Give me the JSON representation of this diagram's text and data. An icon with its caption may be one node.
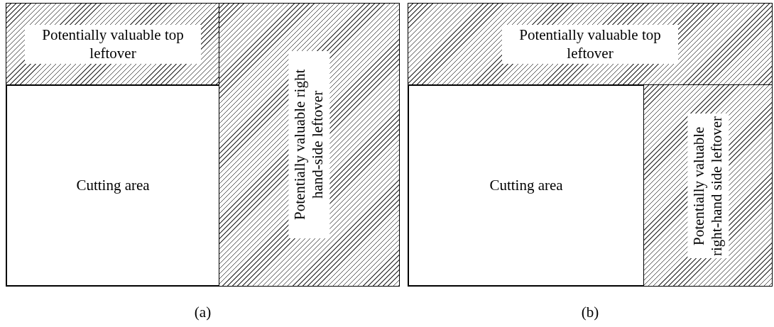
{
  "diagram": {
    "nodes": [
      {
        "text": [],
        "shape": "box",
        "beside": [
          "(a)"
        ]
      },
      {
        "text": [
          "Potentially valuable top leftover"
        ],
        "in": 0
      },
      {
        "text": [
          "Cutting area"
        ],
        "in": 0
      },
      {
        "text": [
          "Potentially valuable right hand-side leftover"
        ],
        "in": 0
      },
      {
        "text": [],
        "shape": "box",
        "beside": [
          "(b)"
        ]
      },
      {
        "text": [
          "Potentially valuable top leftover"
        ],
        "in": 4
      },
      {
        "text": [
          "Cutting area"
        ],
        "in": 4
      },
      {
        "text": [
          "Potentially valuable right-hand side leftover"
        ],
        "in": 4
      }
    ]
  }
}
